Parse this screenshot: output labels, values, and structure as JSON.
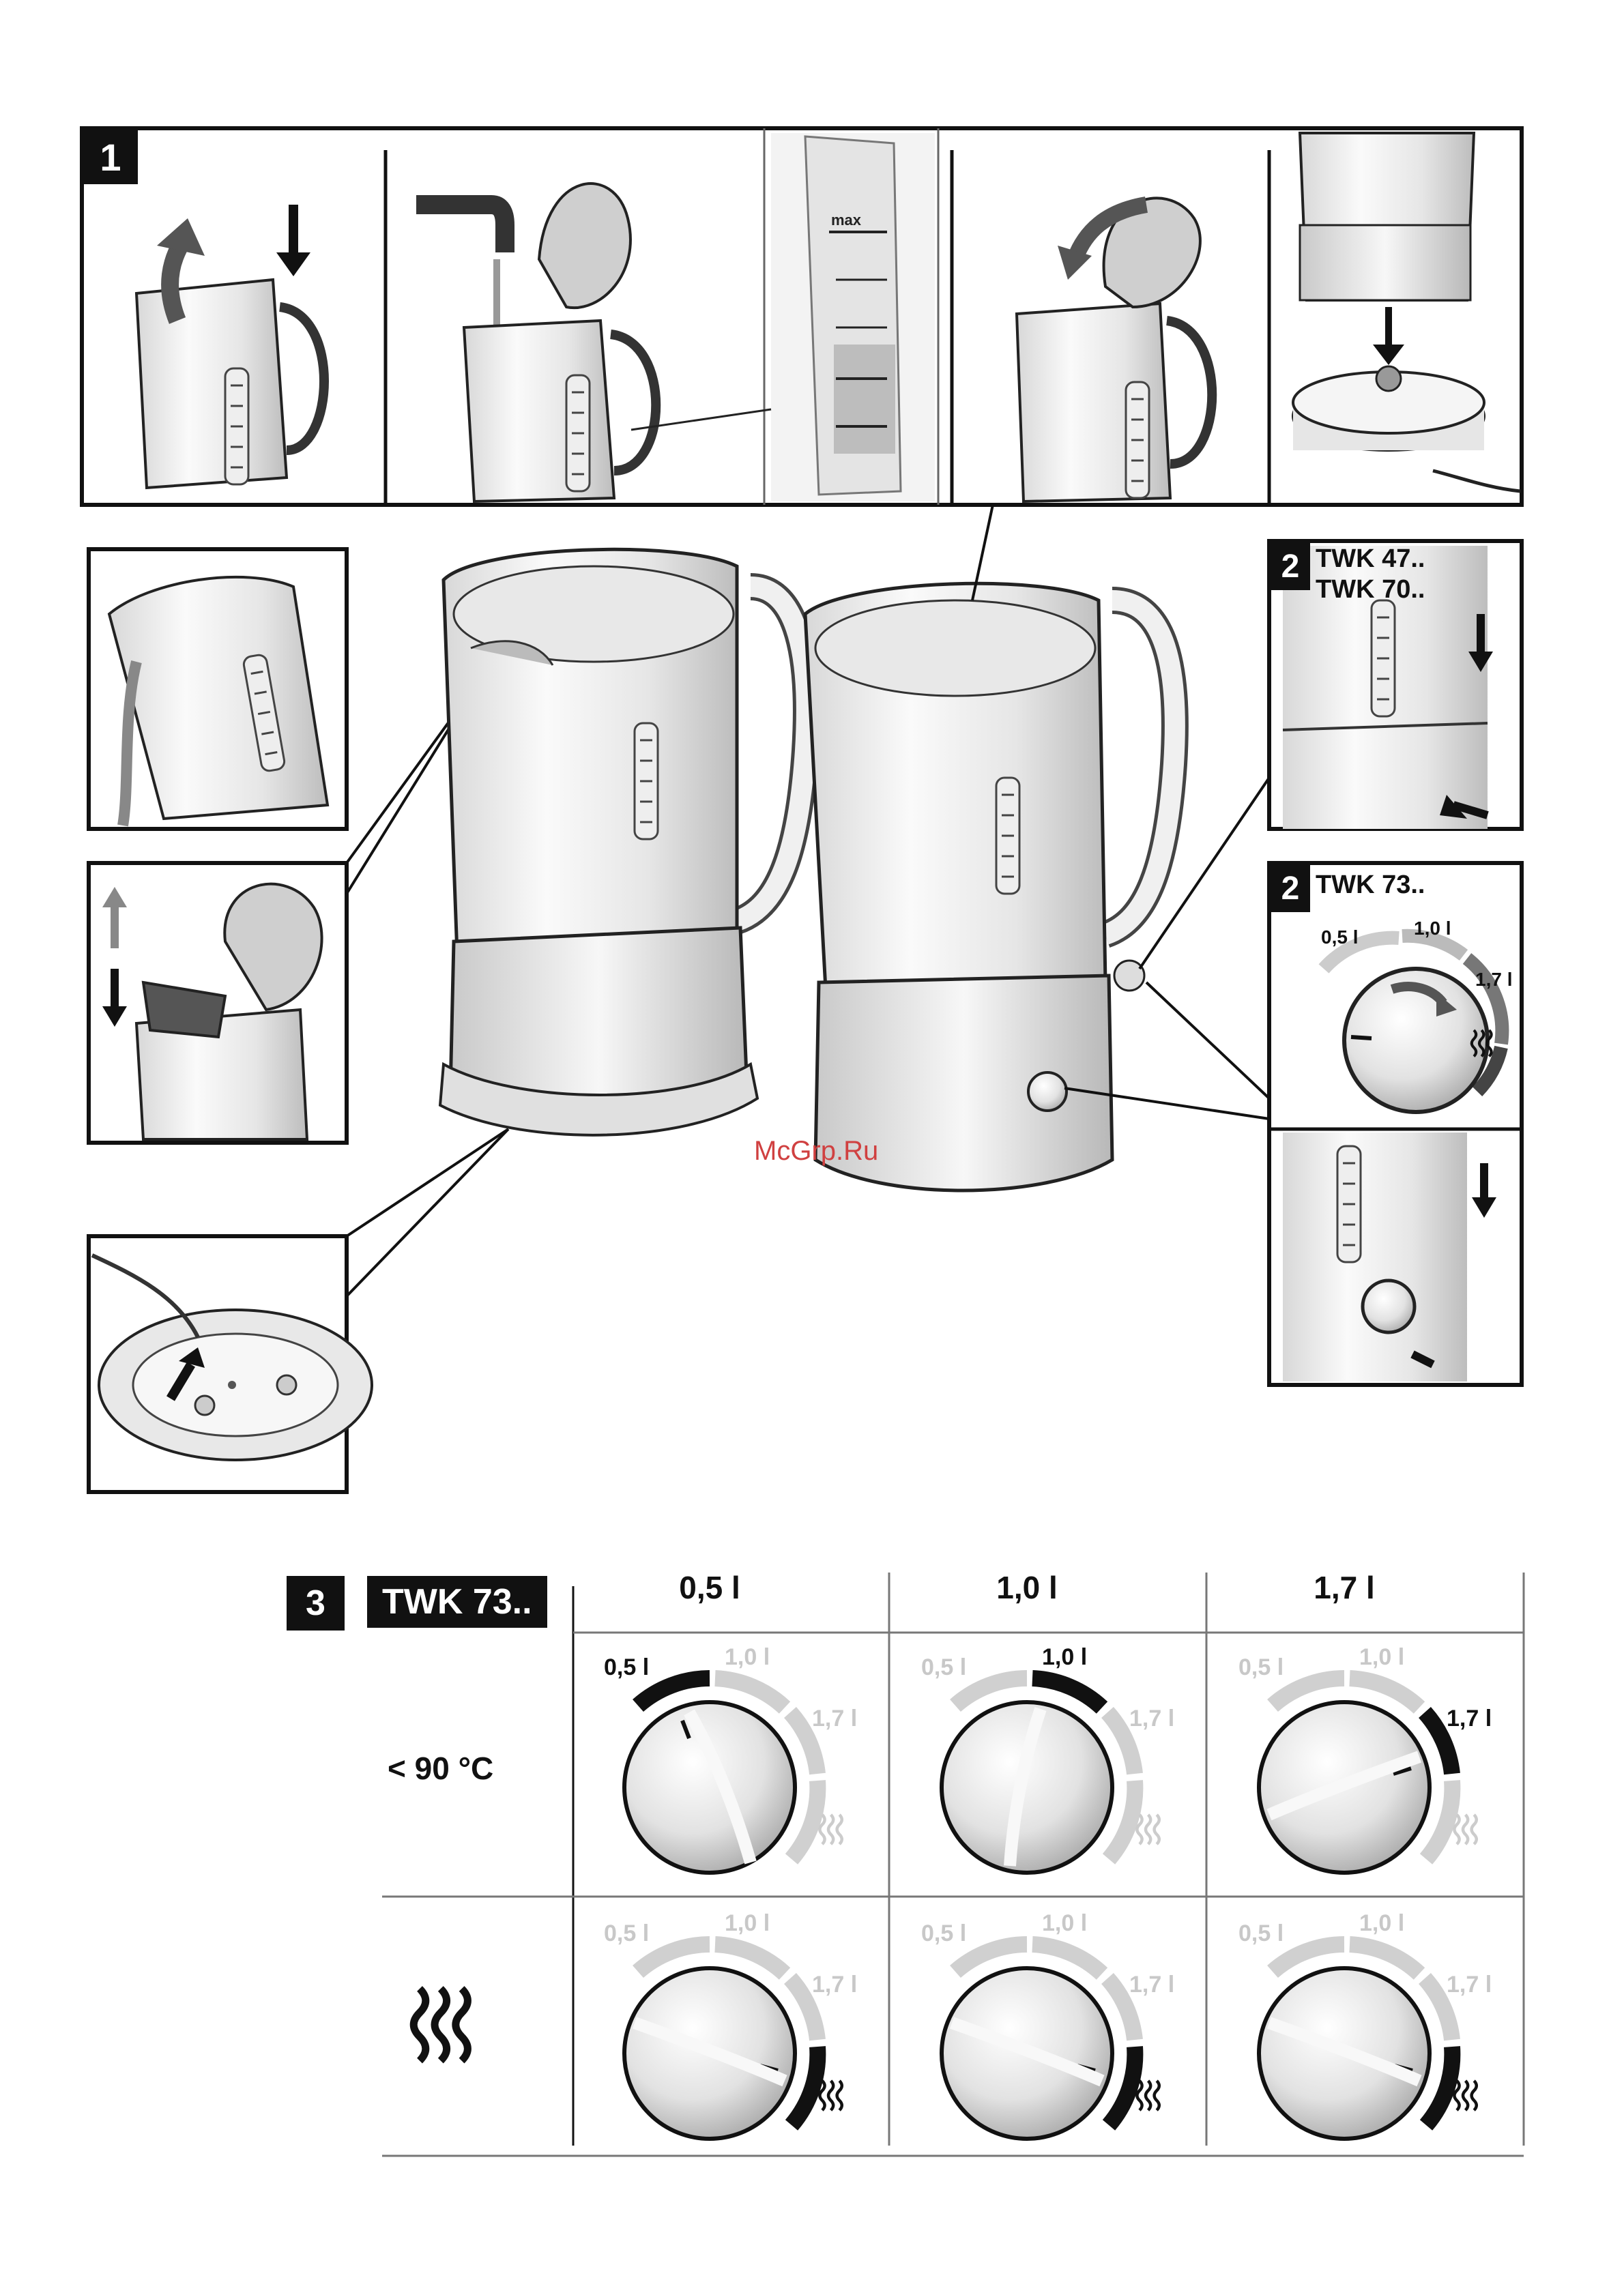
{
  "watermark": "McGrp.Ru",
  "figure1": {
    "step_number": "1",
    "max_mark": "max"
  },
  "figure2a": {
    "step_number": "2",
    "models": [
      "TWK 47..",
      "TWK 70.."
    ]
  },
  "figure2b": {
    "step_number": "2",
    "model": "TWK 73..",
    "dial_labels": [
      "0,5 l",
      "1,0 l",
      "1,7 l"
    ]
  },
  "figure3": {
    "step_number": "3",
    "model": "TWK 73..",
    "columns": [
      "0,5 l",
      "1,0 l",
      "1,7 l"
    ],
    "rows": [
      {
        "label": "< 90 °C",
        "icon": "steam-icon",
        "active_segment": [
          "0,5 l",
          "1,0 l",
          "1,7 l"
        ]
      },
      {
        "label": "",
        "icon": "steam-icon",
        "active_segment": [
          "steam",
          "steam",
          "steam"
        ]
      }
    ],
    "dial_labels": [
      "0,5 l",
      "1,0 l",
      "1,7 l"
    ]
  }
}
